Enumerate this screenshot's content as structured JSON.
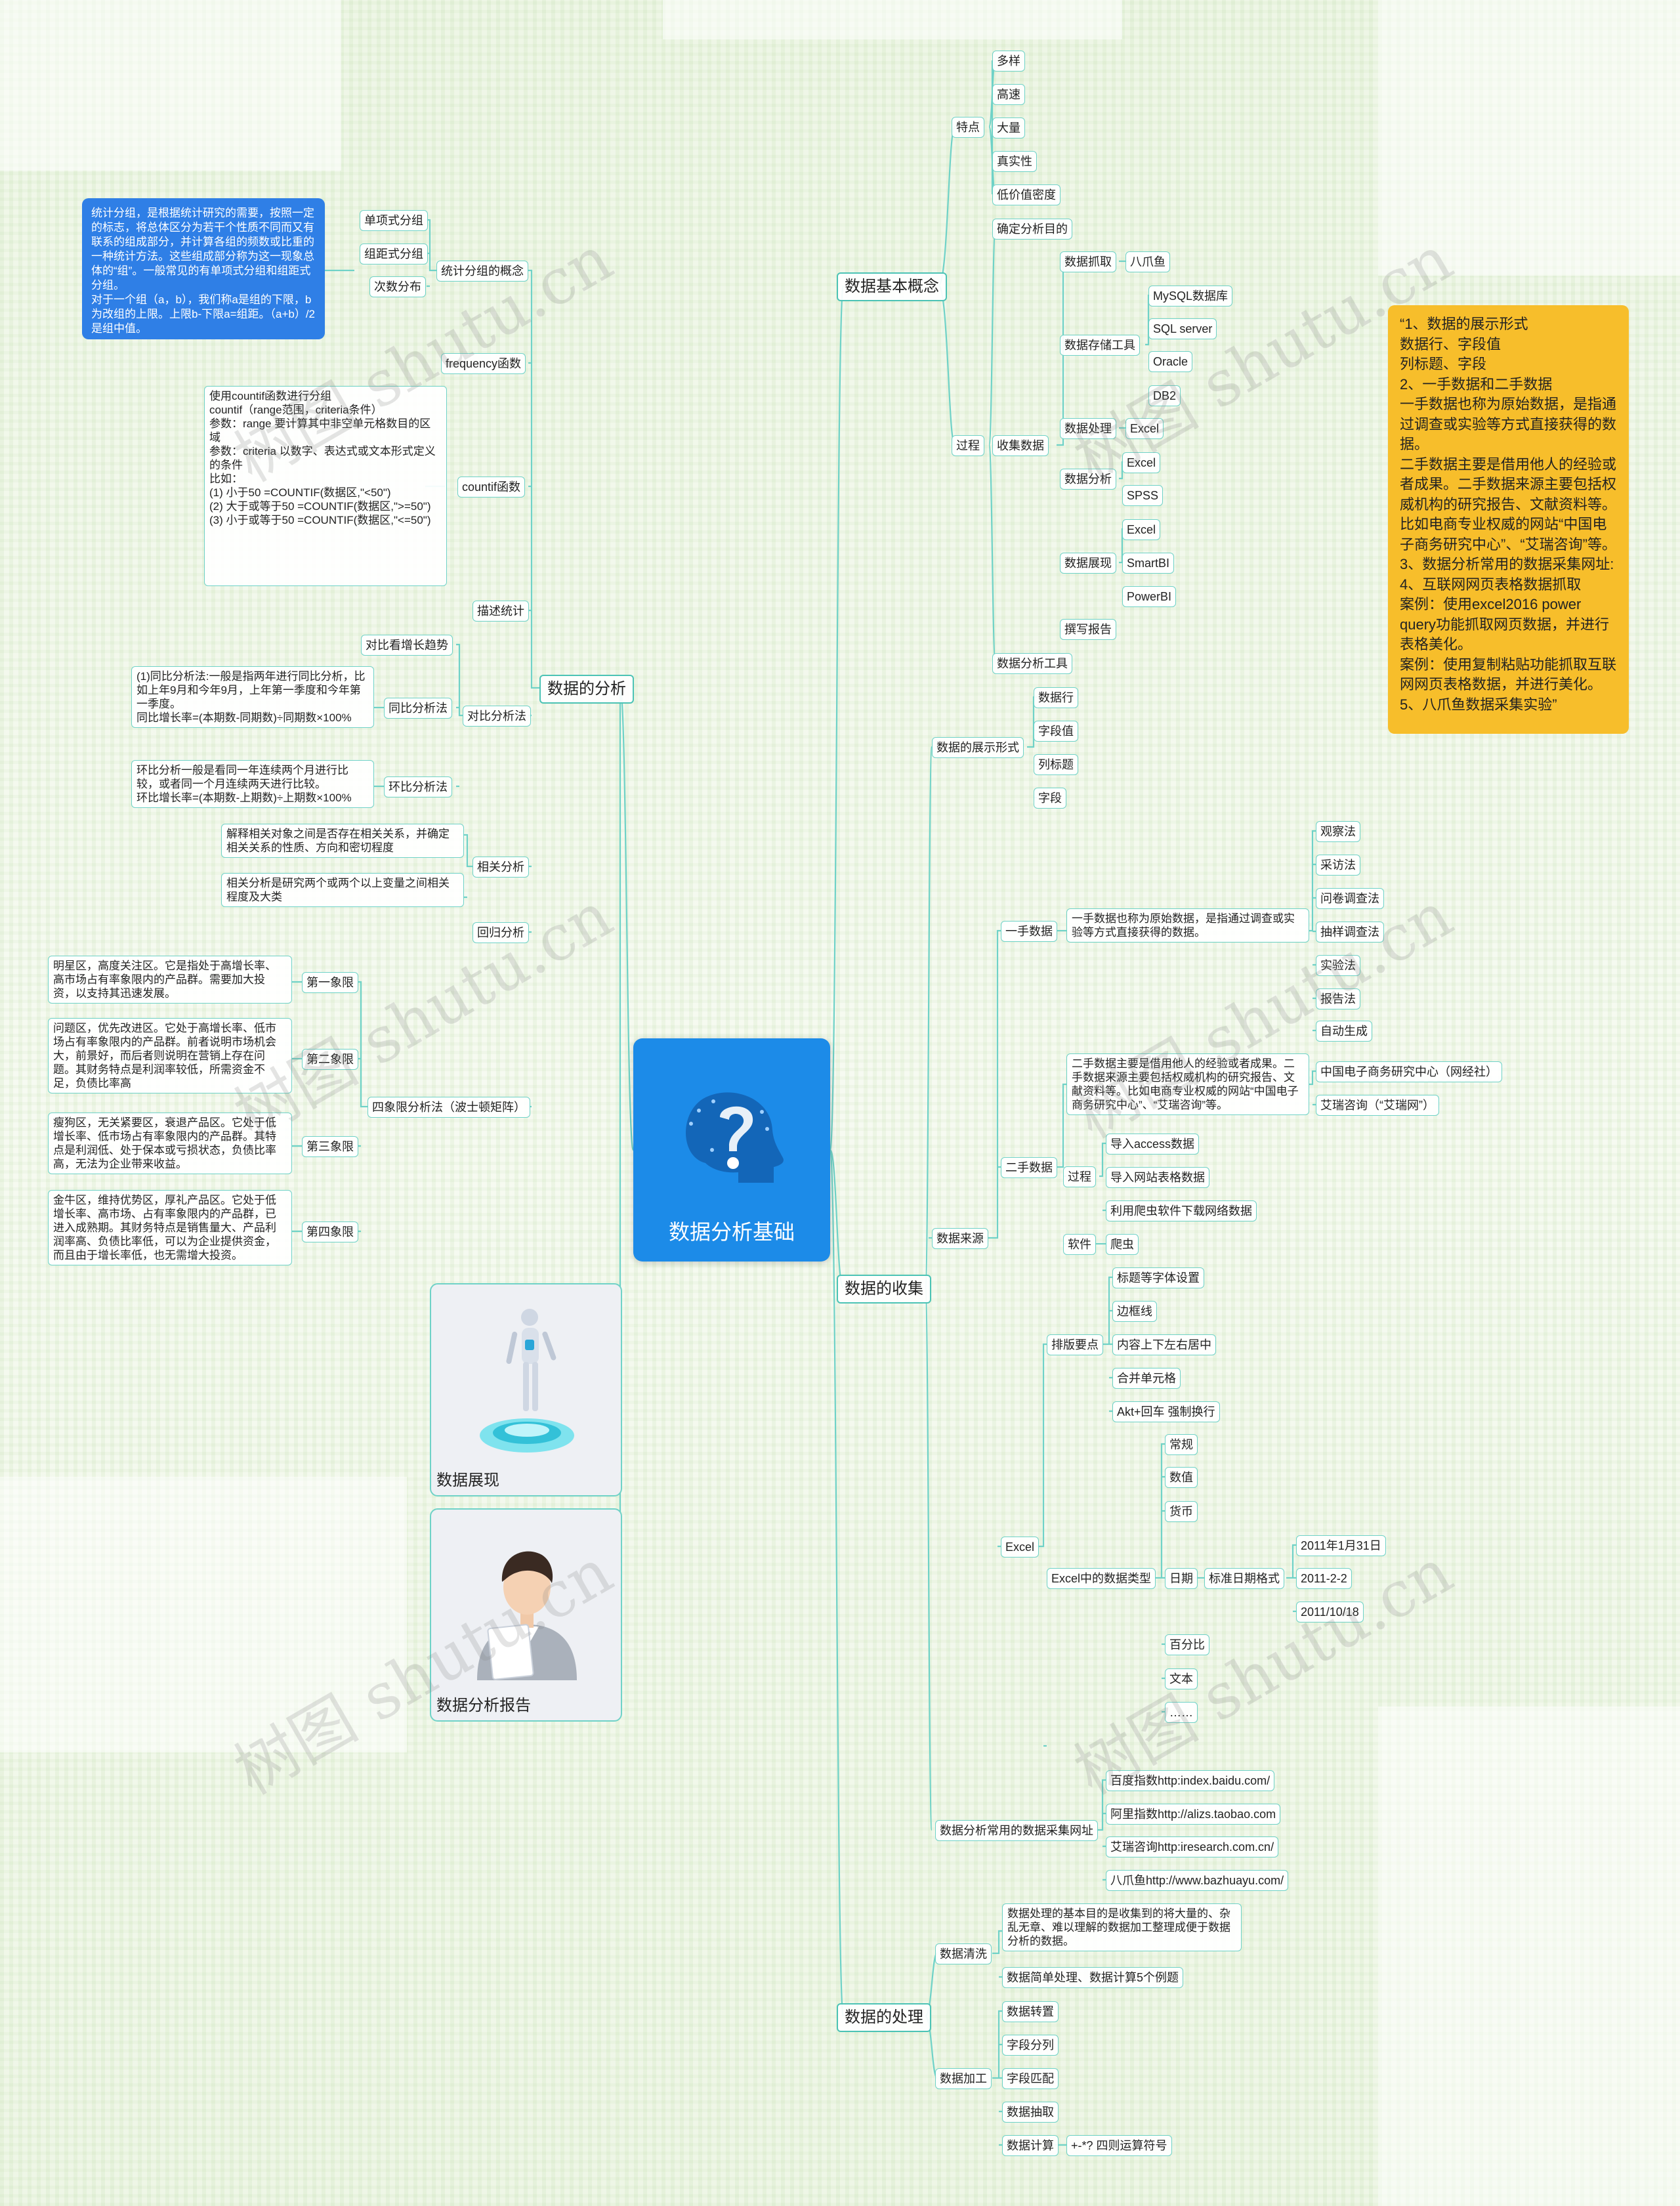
{
  "center": {
    "title": "数据分析基础"
  },
  "watermark": "树图 shutu.cn",
  "branches": {
    "concept": {
      "label": "数据基本概念",
      "features": {
        "label": "特点",
        "items": [
          "多样",
          "高速",
          "大量",
          "真实性",
          "低价值密度"
        ]
      },
      "process": {
        "label": "过程",
        "goal": "确定分析目的",
        "collect": {
          "label": "收集数据",
          "capture": {
            "label": "数据抓取",
            "items": [
              "八爪鱼"
            ]
          },
          "storage": {
            "label": "数据存储工具",
            "items": [
              "MySQL数据库",
              "SQL server",
              "Oracle",
              "DB2"
            ]
          },
          "processing": {
            "label": "数据处理",
            "items": [
              "Excel"
            ]
          },
          "analysis": {
            "label": "数据分析",
            "items": [
              "Excel",
              "SPSS"
            ]
          },
          "display": {
            "label": "数据展现",
            "items": [
              "Excel",
              "SmartBI",
              "PowerBI"
            ]
          },
          "report": "撰写报告"
        },
        "tools": "数据分析工具"
      }
    },
    "collection": {
      "label": "数据的收集",
      "forms": {
        "label": "数据的展示形式",
        "items": [
          "数据行",
          "字段值",
          "列标题",
          "字段"
        ]
      },
      "source": {
        "label": "数据来源",
        "primary": {
          "label": "一手数据",
          "desc": "一手数据也称为原始数据，是指通过调查或实验等方式直接获得的数据。",
          "items": [
            "观察法",
            "采访法",
            "问卷调查法",
            "抽样调查法",
            "实验法",
            "报告法",
            "自动生成"
          ]
        },
        "secondary": {
          "label": "二手数据",
          "desc": "二手数据主要是借用他人的经验或者成果。二手数据来源主要包括权威机构的研究报告、文献资料等。比如电商专业权威的网站“中国电子商务研究中心”、“艾瑞咨询”等。",
          "sites": [
            "中国电子商务研究中心（网经社）",
            "艾瑞咨询（“艾瑞网”）"
          ],
          "process": {
            "label": "过程",
            "items": [
              "导入access数据",
              "导入网站表格数据",
              "利用爬虫软件下载网络数据"
            ]
          },
          "software": {
            "label": "软件",
            "items": [
              "爬虫"
            ]
          }
        },
        "excel": {
          "label": "Excel",
          "layout": {
            "label": "排版要点",
            "items": [
              "标题等字体设置",
              "边框线",
              "内容上下左右居中",
              "合并单元格",
              "Akt+回车 强制换行"
            ]
          },
          "types": {
            "label": "Excel中的数据类型",
            "items": [
              "常规",
              "数值",
              "货币",
              "日期",
              "百分比",
              "文本",
              "……"
            ],
            "date_format": {
              "label": "标准日期格式",
              "items": [
                "2011年1月31日",
                "2011-2-2",
                "2011/10/18"
              ]
            }
          }
        }
      },
      "urls": {
        "label": "数据分析常用的数据采集网址",
        "items": [
          "百度指数http:index.baidu.com/",
          "阿里指数http://alizs.taobao.com",
          "艾瑞咨询http:iresearch.com.cn/",
          "八爪鱼http://www.bazhuayu.com/"
        ]
      }
    },
    "processing": {
      "label": "数据的处理",
      "clean": {
        "label": "数据清洗",
        "desc": "数据处理的基本目的是收集到的将大量的、杂乱无章、难以理解的数据加工整理成便于数据分析的数据。",
        "example": "数据简单处理、数据计算5个例题"
      },
      "process": {
        "label": "数据加工",
        "items": [
          "数据转置",
          "字段分列",
          "字段匹配",
          "数据抽取",
          "数据计算"
        ],
        "calc": "+-*?  四则运算符号"
      }
    },
    "analysis": {
      "label": "数据的分析",
      "grouping": {
        "label": "统计分组的概念",
        "items": [
          "单项式分组",
          "组距式分组",
          "次数分布"
        ],
        "note": "统计分组，是根据统计研究的需要，按照一定的标志，将总体区分为若干个性质不同而又有联系的组成部分，并计算各组的频数或比重的一种统计方法。这些组成部分称为这一现象总体的“组”。一般常见的有单项式分组和组距式分组。\n对于一个组（a，b），我们称a是组的下限，b为改组的上限。上限b-下限a=组距。（a+b）/2是组中值。"
      },
      "frequency": "frequency函数",
      "countif": {
        "label": "countif函数",
        "desc": "使用countif函数进行分组\ncountif（range范围，criteria条件）\n参数：range 要计算其中非空单元格数目的区域\n参数：criteria 以数字、表达式或文本形式定义的条件\n比如：\n(1) 小于50 =COUNTIF(数据区,\"<50\")\n(2) 大于或等于50 =COUNTIF(数据区,\">=50\")\n(3) 小于或等于50 =COUNTIF(数据区,\"<=50\")"
      },
      "descriptive": "描述统计",
      "comparison": {
        "label": "对比分析法",
        "trend": "对比看增长趋势",
        "yoy": {
          "label": "同比分析法",
          "desc": "(1)同比分析法:一般是指两年进行同比分析，比如上年9月和今年9月，上年第一季度和今年第一季度。\n同比增长率=(本期数-同期数)÷同期数×100%"
        },
        "mom": {
          "label": "环比分析法",
          "desc": "环比分析一般是看同一年连续两个月进行比较，或者同一个月连续两天进行比较。\n环比增长率=(本期数-上期数)÷上期数×100%"
        }
      },
      "correlation": {
        "label": "相关分析",
        "items": [
          "解释相关对象之间是否存在相关关系，并确定相关关系的性质、方向和密切程度",
          "相关分析是研究两个或两个以上变量之间相关程度及大类"
        ]
      },
      "regression": "回归分析",
      "quadrant": {
        "label": "四象限分析法（波士顿矩阵）",
        "items": [
          {
            "label": "第一象限",
            "desc": "明星区，高度关注区。它是指处于高增长率、高市场占有率象限内的产品群。需要加大投资，以支持其迅速发展。"
          },
          {
            "label": "第二象限",
            "desc": "问题区，优先改进区。它处于高增长率、低市场占有率象限内的产品群。前者说明市场机会大，前景好，而后者则说明在营销上存在问题。其财务特点是利润率较低，所需资金不足，负债比率高"
          },
          {
            "label": "第三象限",
            "desc": "瘦狗区，无关紧要区，衰退产品区。它处于低增长率、低市场占有率象限内的产品群。其特点是利润低、处于保本或亏损状态，负债比率高，无法为企业带来收益。"
          },
          {
            "label": "第四象限",
            "desc": "金牛区，维持优势区，厚礼产品区。它处于低增长率、高市场、占有率象限内的产品群，已进入成熟期。其财务特点是销售量大、产品利润率高、负债比率低，可以为企业提供资金，而且由于增长率低，也无需增大投资。"
          }
        ]
      }
    },
    "display_card": "数据展现",
    "report_card": "数据分析报告"
  },
  "yellow_note": "“1、数据的展示形式\n数据行、字段值\n列标题、字段\n2、一手数据和二手数据\n一手数据也称为原始数据，是指通过调查或实验等方式直接获得的数据。\n二手数据主要是借用他人的经验或者成果。二手数据来源主要包括权威机构的研究报告、文献资料等。比如电商专业权威的网站“中国电子商务研究中心”、“艾瑞咨询”等。\n3、数据分析常用的数据采集网址:\n4、互联网网页表格数据抓取\n案例：使用excel2016 power query功能抓取网页数据，并进行表格美化。\n案例：使用复制粘贴功能抓取互联网网页表格数据，并进行美化。\n5、八爪鱼数据采集实验”",
  "colors": {
    "line": "#6fd2c7",
    "center": "#1c8be8",
    "note_blue": "#2f7fe6",
    "note_yellow": "#f7be2b"
  }
}
